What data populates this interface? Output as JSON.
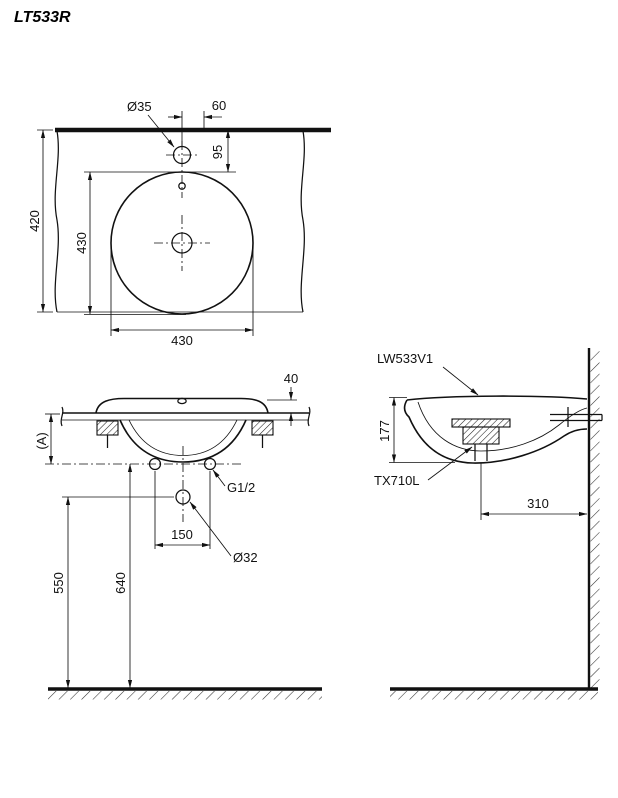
{
  "title": "LT533R",
  "style": {
    "ink": "#111111",
    "background": "#ffffff"
  },
  "top_view": {
    "dim_faucet_hole": "Ø35",
    "dim_60": "60",
    "dim_95": "95",
    "dim_420": "420",
    "dim_430_vertical": "430",
    "dim_430_horizontal": "430"
  },
  "front_view": {
    "dim_40": "40",
    "dim_A": "(A)",
    "label_g_half": "G1/2",
    "dim_150": "150",
    "dim_drain": "Ø32",
    "dim_640": "640",
    "dim_550": "550"
  },
  "side_view": {
    "label_basin": "LW533V1",
    "label_drain_fitting": "TX710L",
    "dim_177": "177",
    "dim_310": "310"
  }
}
